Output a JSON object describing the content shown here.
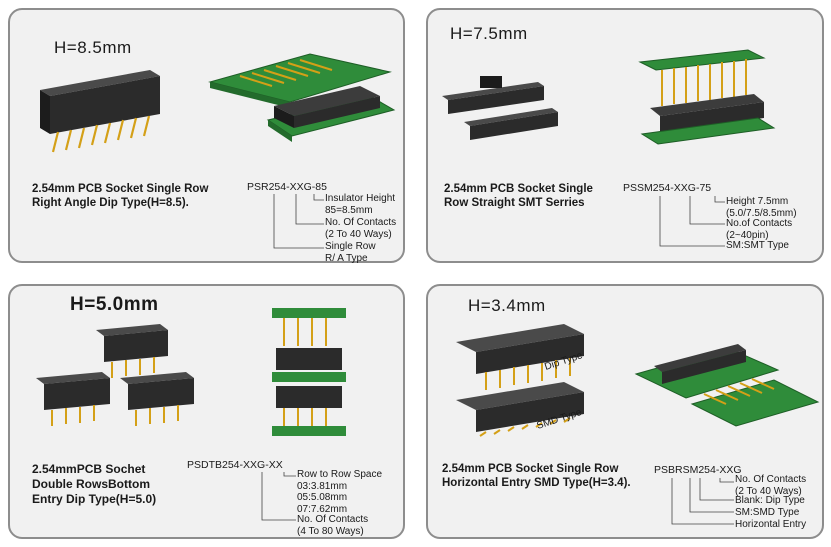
{
  "panels": [
    {
      "height_label": "H=8.5mm",
      "title": "2.54mm PCB Socket Single Row\n Right Angle  Dip Type(H=8.5).",
      "part_number": "PSR254-XXG-85",
      "legend": [
        "Insulator Height\n85=8.5mm",
        "No. Of Contacts\n(2 To 40 Ways)",
        "Single Row\nR/ A Type"
      ]
    },
    {
      "height_label": "H=7.5mm",
      "title": "2.54mm PCB Socket Single\nRow Straight SMT Serries",
      "part_number": "PSSM254-XXG-75",
      "legend": [
        "Height 7.5mm\n(5.0/7.5/8.5mm)",
        "No.of Contacts\n(2~40pin)",
        "SM:SMT Type"
      ]
    },
    {
      "height_label": "H=5.0mm",
      "title": "2.54mmPCB Sochet\nDouble RowsBottom\nEntry Dip Type(H=5.0)",
      "part_number": "PSDTB254-XXG-XX",
      "legend": [
        "Row to Row Space\n03:3.81mm\n05:5.08mm\n07:7.62mm",
        "No. Of Contacts\n(4 To 80 Ways)"
      ]
    },
    {
      "height_label": "H=3.4mm",
      "title": "2.54mm PCB Socket Single Row\nHorizontal Entry  SMD Type(H=3.4).",
      "part_number": "PSBRSM254-XXG",
      "legend": [
        "No. Of Contacts\n(2 To 40 Ways)",
        "Blank: Dip Type",
        "SM:SMD Type",
        "Horizontal Entry"
      ],
      "tags": [
        "Dip Type",
        "SMD Type"
      ]
    }
  ],
  "colors": {
    "panel_bg": "#f1f1f1",
    "border": "#8d8d8d",
    "pcb_green": "#2f8c3a",
    "housing": "#2b2b2b",
    "pin_gold": "#d4a017"
  }
}
